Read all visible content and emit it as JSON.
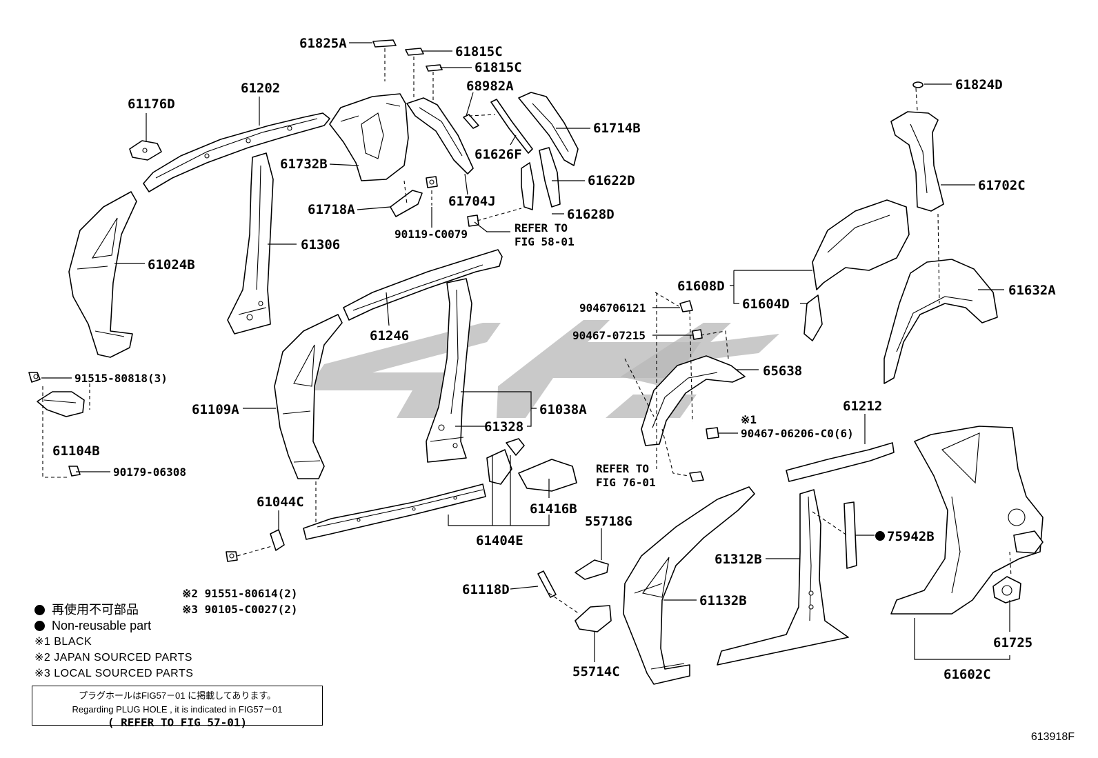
{
  "parts": {
    "p61825A": "61825A",
    "p61815C_1": "61815C",
    "p61815C_2": "61815C",
    "p68982A": "68982A",
    "p61202": "61202",
    "p61176D": "61176D",
    "p61714B": "61714B",
    "p61824D": "61824D",
    "p61732B": "61732B",
    "p61626F": "61626F",
    "p61622D": "61622D",
    "p61702C": "61702C",
    "p61718A": "61718A",
    "p61704J": "61704J",
    "p61628D": "61628D",
    "p90119C0079": "90119-C0079",
    "refer58_a": "REFER TO",
    "refer58_b": "FIG 58-01",
    "p61306": "61306",
    "p61024B": "61024B",
    "p61608D": "61608D",
    "p61632A": "61632A",
    "p61604D": "61604D",
    "p9046706121": "9046706121",
    "p9046707215": "90467-07215",
    "p61246": "61246",
    "p65638": "65638",
    "p9151580818": "91515-80818(3)",
    "p61109A": "61109A",
    "p61038A": "61038A",
    "p61212": "61212",
    "mark1": "※1",
    "p9046706206": "90467-06206-C0(6)",
    "p61328": "61328",
    "p61104B": "61104B",
    "refer76_a": "REFER TO",
    "refer76_b": "FIG 76-01",
    "p9017906308": "90179-06308",
    "p61416B": "61416B",
    "p61044C": "61044C",
    "p55718G": "55718G",
    "p75942B": "75942B",
    "p61404E": "61404E",
    "p61312B": "61312B",
    "p61118D": "61118D",
    "p61132B": "61132B",
    "p61725": "61725",
    "p55714C": "55714C",
    "p61602C": "61602C",
    "p9155180614": "※2 91551-80614(2)",
    "p90105C0027": "※3 90105-C0027(2)"
  },
  "legend": {
    "non_reusable_jp": "再使用不可部品",
    "non_reusable_en": "Non-reusable part",
    "note1": "※1 BLACK",
    "note2": "※2 JAPAN SOURCED PARTS",
    "note3": "※3 LOCAL SOURCED PARTS"
  },
  "plug_note": {
    "jp": "プラグホールはFIG57－01 に掲載してあります。",
    "en": "Regarding PLUG HOLE , it is indicated in FIG57－01",
    "ref": "( REFER TO FIG 57-01)"
  },
  "figure_code": "613918F"
}
